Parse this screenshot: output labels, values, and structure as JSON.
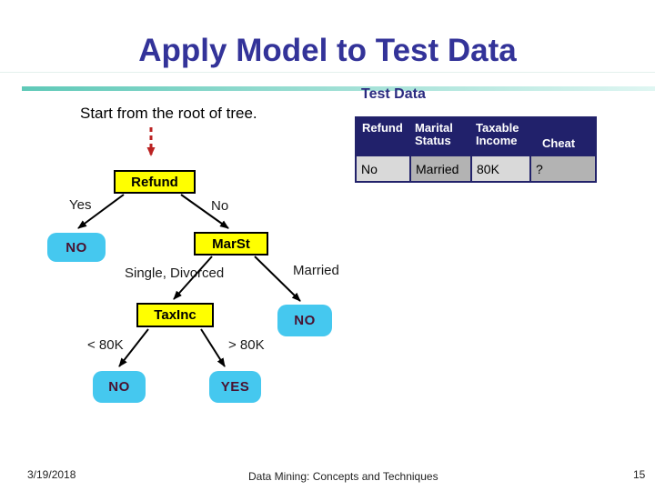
{
  "slide": {
    "title": "Apply Model to Test Data",
    "section_label": "Test Data",
    "instruction": "Start from the root of tree."
  },
  "test_table": {
    "columns": [
      "Refund",
      "Marital Status",
      "Taxable Income",
      "Cheat"
    ],
    "rows": [
      [
        "No",
        "Married",
        "80K",
        "?"
      ]
    ]
  },
  "tree": {
    "root_node": "Refund",
    "marst_node": "MarSt",
    "taxinc_node": "TaxInc",
    "leaf_refund_yes": "NO",
    "leaf_marst_married": "NO",
    "leaf_taxinc_low": "NO",
    "leaf_taxinc_high": "YES",
    "branch_yes": "Yes",
    "branch_no": "No",
    "branch_single_divorced": "Single, Divorced",
    "branch_married": "Married",
    "branch_lt_80k": "< 80K",
    "branch_gt_80k": "> 80K"
  },
  "footer": {
    "date": "3/19/2018",
    "title": "Data Mining: Concepts and Techniques",
    "page_number": "15"
  },
  "colors": {
    "title_navy": "#333399",
    "section_navy": "#2b2b80",
    "table_header_bg": "#21216b",
    "table_border": "#22226a",
    "cell_light": "#d9d9d9",
    "cell_dark": "#b3b3b3",
    "node_yellow": "#ffff00",
    "leaf_cyan": "#45c8ef",
    "leaf_text_maroon": "#4a1230",
    "divider_teal": "#5fc9b8",
    "dashed_arrow_red": "#bb2222",
    "edge_black": "#000000"
  }
}
